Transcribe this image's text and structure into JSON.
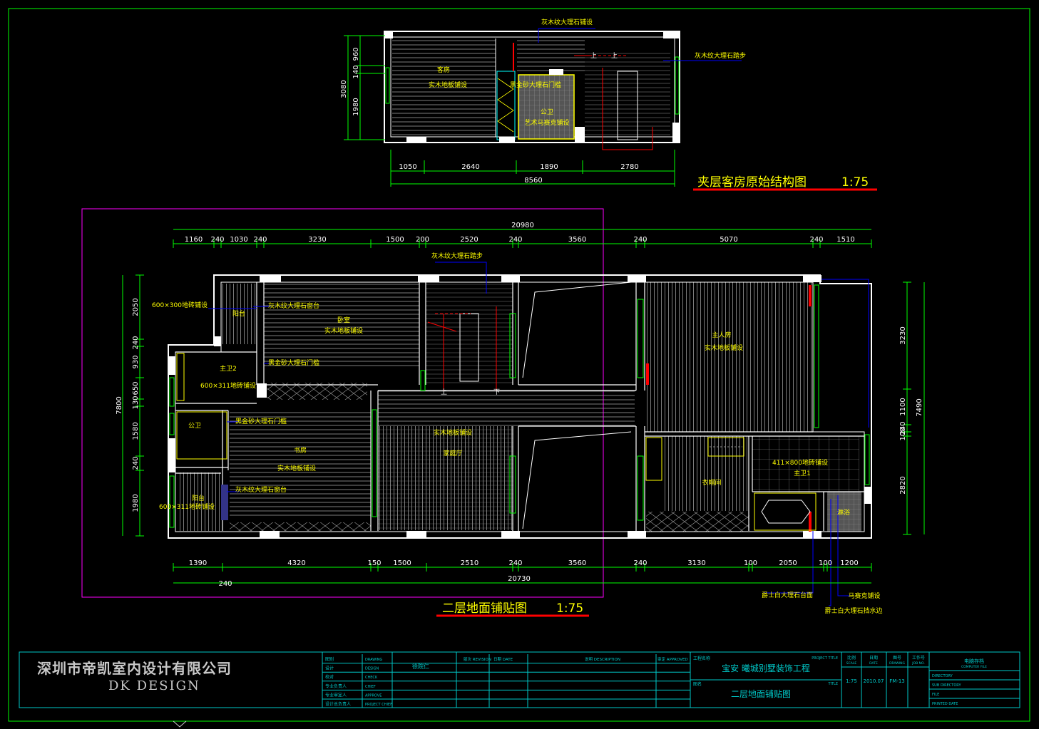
{
  "mezzanine": {
    "title": "夹层客房原始结构图",
    "scale": "1:75",
    "dims_bottom": [
      "1050",
      "2640",
      "1890",
      "2780"
    ],
    "dim_total": "8560",
    "dims_left": [
      "960",
      "140",
      "1980"
    ],
    "dim_left_total": "3080",
    "labels": {
      "stair_top": "灰木纹大理石铺设",
      "stair_right": "灰木纹大理石踏步",
      "guest_room": "客房",
      "guest_floor": "实木地板铺设",
      "door_sill": "黑金砂大理石门槛",
      "bath": "公卫",
      "bath_floor": "艺术马赛克铺设"
    },
    "arrow_up": "上"
  },
  "second_floor": {
    "title": "二层地面铺贴图",
    "scale": "1:75",
    "dim_total_top": "20980",
    "dims_top": [
      "1160",
      "240",
      "1030",
      "240",
      "3230",
      "1500",
      "200",
      "2520",
      "240",
      "3560",
      "240",
      "5070",
      "240",
      "1510"
    ],
    "dims_bottom": [
      "1390",
      "4320",
      "150",
      "1500",
      "2510",
      "240",
      "3560",
      "240",
      "3130",
      "100",
      "2050",
      "100",
      "1200"
    ],
    "dim_total_bottom": "20730",
    "dim_bottom_extra": "240",
    "dims_left": [
      "2050",
      "240",
      "930",
      "650",
      "130",
      "1580",
      "240",
      "1980"
    ],
    "dim_left_total": "7800",
    "dims_right": [
      "3230",
      "1100",
      "240",
      "100",
      "2820"
    ],
    "dim_right_total": "7490",
    "labels": {
      "stair_step": "灰木纹大理石踏步",
      "tile_600x300": "600×300地砖铺设",
      "balcony1": "阳台",
      "sill1": "灰木纹大理石窗台",
      "bedroom": "卧室",
      "bedroom_floor": "实木地板铺设",
      "sill2": "黑金砂大理石门槛",
      "master_bath2": "主卫2",
      "tile_600x311_a": "600×311地砖铺设",
      "public_bath": "公卫",
      "sill3": "黑金砂大理石门槛",
      "study": "书房",
      "study_floor": "实木地板铺设",
      "sill4": "灰木纹大理石窗台",
      "balcony2": "阳台",
      "tile_600x311_b": "600×311地砖铺设",
      "family_floor": "实木地板铺设",
      "family_hall": "家庭厅",
      "master_room": "主人房",
      "master_floor": "实木地板铺设",
      "master_bath1": "主卫1",
      "tile_411x800": "411×800地砖铺设",
      "closet": "衣帽间",
      "shower": "淋浴",
      "callout_vanity": "爵士白大理石台面",
      "callout_mosaic": "马赛克铺设",
      "callout_water": "爵士白大理石挡水边"
    },
    "arrow_up": "上",
    "arrow_down": "下"
  },
  "title_block": {
    "company": "深圳市帝凯室内设计有限公司",
    "company_en": "DK    DESIGN",
    "left_rows": [
      {
        "cn": "图别",
        "en": "DRAWING"
      },
      {
        "cn": "设计",
        "en": "DESIGN"
      },
      {
        "cn": "校对",
        "en": "CHECK"
      },
      {
        "cn": "专业负责人",
        "en": "CHIEF"
      },
      {
        "cn": "专业审定人",
        "en": "APPROVE"
      },
      {
        "cn": "设计总负责人",
        "en": "PROJECT CHIEF"
      }
    ],
    "designer": "徐院仁",
    "rev_headers": [
      "版次 REVISION",
      "日期 DATE",
      "说明 DESCRIPTION",
      "审定 APPROVED"
    ],
    "project_label": "工程名称",
    "project_title_tag": "PROJECT TITLE",
    "project_name": "宝安  曦城别墅装饰工程",
    "drawing_label": "图名",
    "title_tag": "TITLE",
    "drawing_name": "二层地面铺贴图",
    "info_headers": [
      {
        "cn": "比例",
        "en": "SCALE"
      },
      {
        "cn": "日期",
        "en": "DATE"
      },
      {
        "cn": "图号",
        "en": "DRAWING"
      },
      {
        "cn": "工作号",
        "en": "JOB NO."
      }
    ],
    "scale": "1:75",
    "date": "2010.07",
    "drawing_no": "FM-13",
    "file_block": {
      "header_cn": "电脑存档",
      "header_en": "COMPUTER FILE",
      "rows": [
        "DIRECTORY",
        "SUB DIRECTORY",
        "FILE",
        "PRINTED DATE"
      ]
    }
  },
  "colors": {
    "background": "#000000",
    "dimension": "#00ff00",
    "wall": "#ffffff",
    "hatch": "#c0c0c0",
    "label": "#ffff00",
    "leader": "#0000ff",
    "section": "#ff0000",
    "frame": "#ff00ff",
    "title_underline": "#ff0000",
    "title_block": "#00c8c8"
  }
}
